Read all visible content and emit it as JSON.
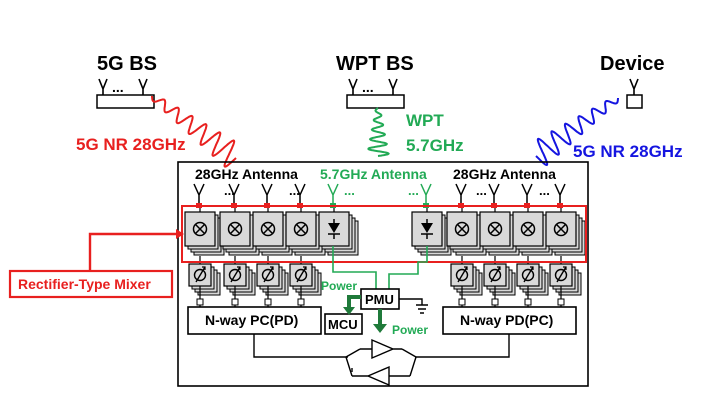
{
  "labels": {
    "bs5g": "5G BS",
    "wpt_bs": "WPT BS",
    "device": "Device",
    "nr_left": "5G NR 28GHz",
    "nr_right": "5G NR 28GHz",
    "wpt": "WPT",
    "wpt_freq": "5.7GHz",
    "ant_left": "28GHz Antenna",
    "ant_mid": "5.7GHz Antenna",
    "ant_right": "28GHz Antenna",
    "ellipsis": "...",
    "rectifier_mixer": "Rectifier-Type Mixer",
    "pmu": "PMU",
    "mcu": "MCU",
    "power_left": "Power",
    "power_right": "Power",
    "pc_left": "N-way PC(PD)",
    "pc_right": "N-way PD(PC)"
  },
  "colors": {
    "red": "#e8201f",
    "green": "#22aa55",
    "blue": "#1515e0",
    "black": "#000000",
    "tile": "#d9d9d9",
    "power_arrow": "#1f7a3a"
  }
}
